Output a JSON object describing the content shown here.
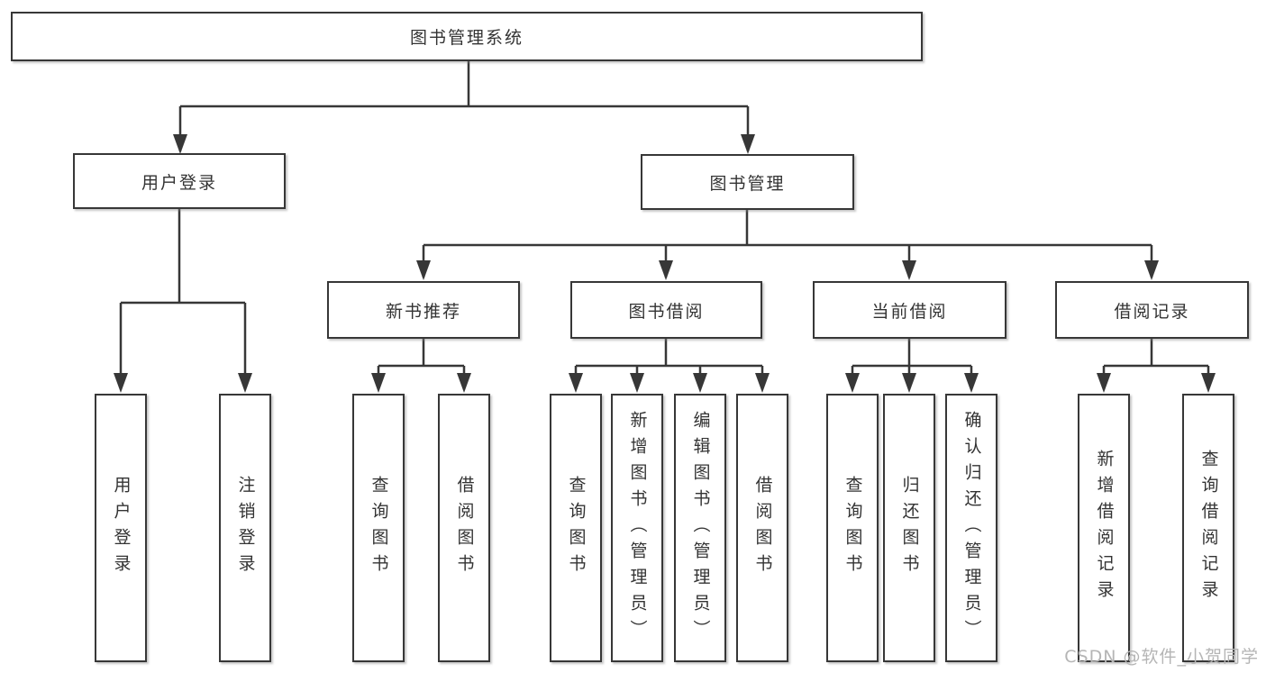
{
  "diagram": {
    "title": "图书管理系统",
    "colors": {
      "line": "#373737",
      "box_background": "#ffffff",
      "text": "#333333",
      "watermark_text": "#b5b5b5"
    },
    "tree": {
      "root": {
        "label": "图书管理系统",
        "children": [
          {
            "label": "用户登录",
            "children": [
              {
                "label": "用户登录"
              },
              {
                "label": "注销登录"
              }
            ]
          },
          {
            "label": "图书管理",
            "children": [
              {
                "label": "新书推荐",
                "children": [
                  {
                    "label": "查询图书"
                  },
                  {
                    "label": "借阅图书"
                  }
                ]
              },
              {
                "label": "图书借阅",
                "children": [
                  {
                    "label": "查询图书"
                  },
                  {
                    "label": "新增图书（管理员）"
                  },
                  {
                    "label": "编辑图书（管理员）"
                  },
                  {
                    "label": "借阅图书"
                  }
                ]
              },
              {
                "label": "当前借阅",
                "children": [
                  {
                    "label": "查询图书"
                  },
                  {
                    "label": "归还图书"
                  },
                  {
                    "label": "确认归还（管理员）"
                  }
                ]
              },
              {
                "label": "借阅记录",
                "children": [
                  {
                    "label": "新增借阅记录"
                  },
                  {
                    "label": "查询借阅记录"
                  }
                ]
              }
            ]
          }
        ]
      }
    },
    "watermark": {
      "text": "CSDN @软件_小贺同学"
    }
  }
}
